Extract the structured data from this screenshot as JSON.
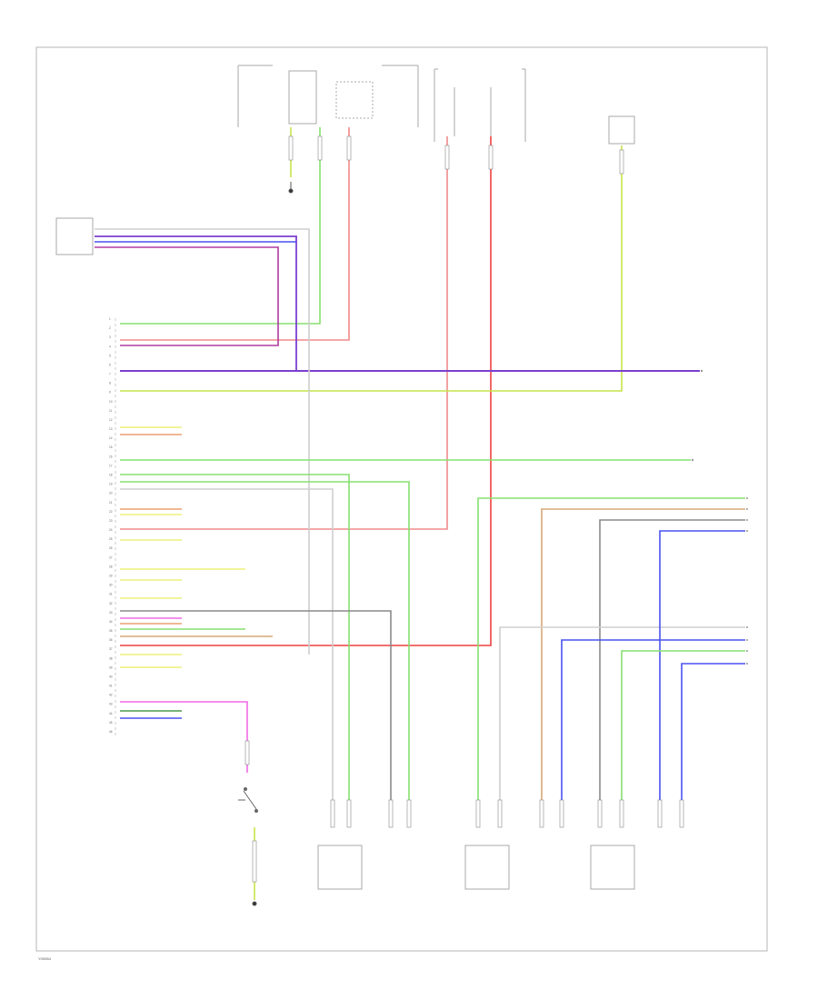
{
  "colors": {
    "green": "#86e070",
    "pink": "#f08a8a",
    "violet": "#7b3fd0",
    "yellowgreen": "#c6e44a",
    "orange": "#e8a070",
    "blue": "#4a52f0",
    "gray": "#8a8a8a",
    "lightgray": "#cfcfcf",
    "magenta": "#f06ae6",
    "red": "#ee4040",
    "yellow": "#eef07a",
    "darkgreen": "#4a9a4a",
    "tan": "#d6a878",
    "frame": "#b5b5b5"
  },
  "module_pins": [
    "1",
    "2",
    "3",
    "4",
    "5",
    "6",
    "7",
    "8",
    "9",
    "10",
    "11",
    "12",
    "13",
    "14",
    "15",
    "16",
    "17",
    "18",
    "19",
    "20",
    "21",
    "22",
    "23",
    "24",
    "25",
    "26",
    "27",
    "28",
    "29",
    "30",
    "31",
    "32",
    "33",
    "34",
    "35",
    "36",
    "37",
    "38",
    "39",
    "40",
    "41",
    "42",
    "43",
    "44",
    "45",
    "46"
  ],
  "footer": {
    "code": "Y00084"
  }
}
